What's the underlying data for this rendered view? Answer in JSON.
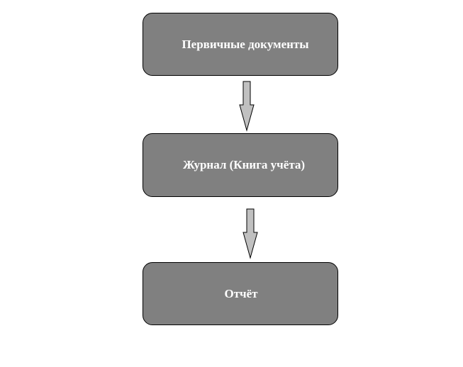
{
  "diagram": {
    "nodes": [
      {
        "id": "primary-documents",
        "label": "Первичные документы"
      },
      {
        "id": "journal",
        "label": "Журнал (Книга учёта)"
      },
      {
        "id": "report",
        "label": "Отчёт"
      }
    ],
    "edges": [
      {
        "from": "primary-documents",
        "to": "journal"
      },
      {
        "from": "journal",
        "to": "report"
      }
    ],
    "colors": {
      "box_fill": "#808080",
      "box_border": "#000000",
      "box_text": "#ffffff",
      "arrow_fill": "#c0c0c0",
      "arrow_stroke": "#000000"
    }
  }
}
